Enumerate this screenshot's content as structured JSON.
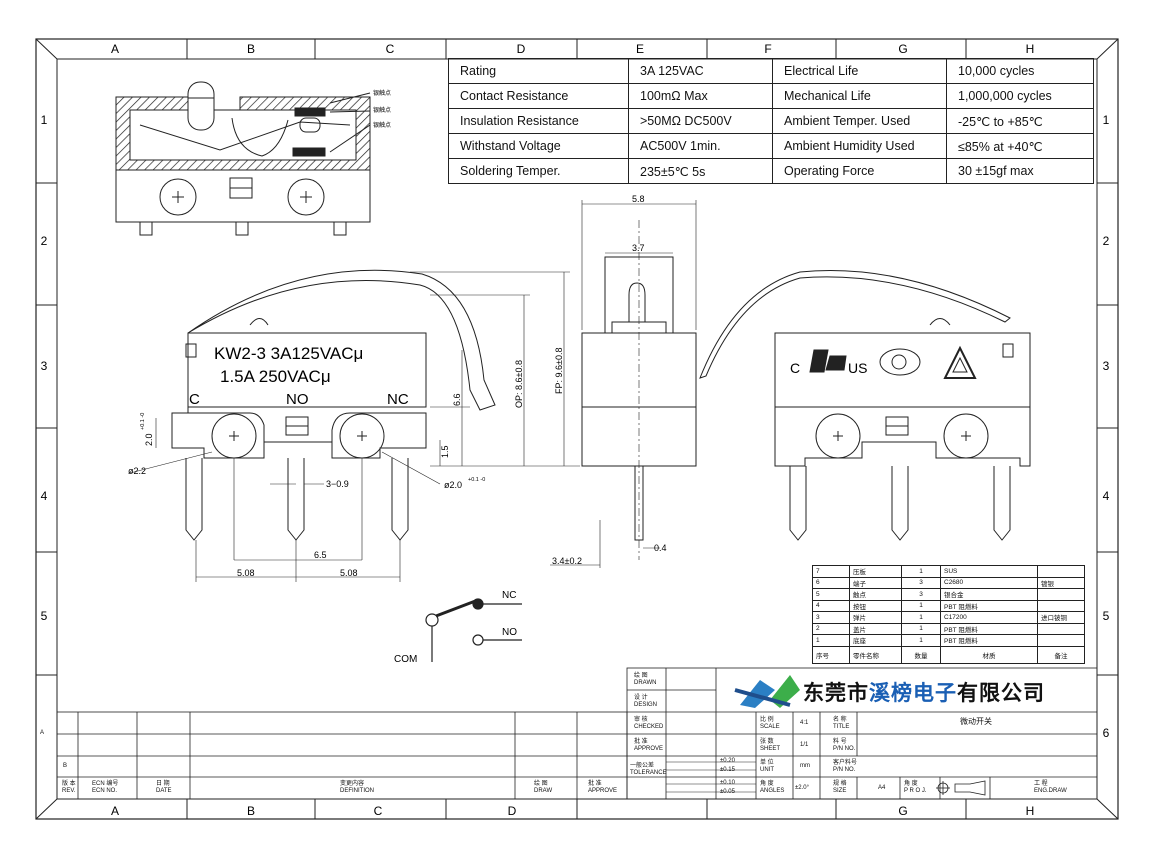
{
  "grid": {
    "columns": [
      "A",
      "B",
      "C",
      "D",
      "E",
      "F",
      "G",
      "H"
    ],
    "rows": [
      "1",
      "2",
      "3",
      "4",
      "5",
      "6"
    ]
  },
  "specs": [
    {
      "p1": "Rating",
      "v1": "3A  125VAC",
      "p2": "Electrical Life",
      "v2": "10,000 cycles"
    },
    {
      "p1": "Contact Resistance",
      "v1": "100mΩ Max",
      "p2": "Mechanical Life",
      "v2": "1,000,000 cycles"
    },
    {
      "p1": "Insulation Resistance",
      "v1": ">50MΩ DC500V",
      "p2": "Ambient Temper. Used",
      "v2": " -25℃ to +85℃"
    },
    {
      "p1": "Withstand Voltage",
      "v1": "AC500V  1min.",
      "p2": "Ambient Humidity Used",
      "v2": "≤85% at +40℃"
    },
    {
      "p1": "Soldering Temper.",
      "v1": "235±5℃ 5s",
      "p2": "Operating Force",
      "v2": " 30 ±15gf max"
    }
  ],
  "cutaway_labels": [
    "银触点",
    "银触点",
    "银触点"
  ],
  "front_view": {
    "marking_line1": "KW2-3 3A125VACμ",
    "marking_line2": "1.5A 250VACμ",
    "terminal_c": "C",
    "terminal_no": "NO",
    "terminal_nc": "NC",
    "dim_20": "2.0",
    "dim_20_tol": "+0.1 -0",
    "dim_phi22": "ø2.2",
    "dim_30_9": "3−0.9",
    "dim_phi20": "ø2.0",
    "dim_phi20_tol": "+0.1 -0",
    "dim_65": "6.5",
    "dim_508_left": "5.08",
    "dim_508_right": "5.08",
    "dim_66": "6.6",
    "dim_15": "1.5",
    "dim_op": "OP: 8.6±0.8",
    "dim_fp": "FP: 9.6±0.8"
  },
  "side_view": {
    "dim_58": "5.8",
    "dim_37": "3.7",
    "dim_04": "0.4",
    "dim_34": "3.4±0.2"
  },
  "back_view": {
    "cert_c": "C",
    "cert_us": "US"
  },
  "schematic": {
    "nc": "NC",
    "no": "NO",
    "com": "COM"
  },
  "bom": [
    [
      "7",
      "压板",
      "1",
      "SUS",
      ""
    ],
    [
      "6",
      "端子",
      "3",
      "C2680",
      "镀银"
    ],
    [
      "5",
      "触点",
      "3",
      "银合金",
      ""
    ],
    [
      "4",
      "按钮",
      "1",
      "PBT 阻燃料",
      ""
    ],
    [
      "3",
      "弹片",
      "1",
      "C17200",
      "进口铍铜"
    ],
    [
      "2",
      "盖片",
      "1",
      "PBT 阻燃料",
      ""
    ],
    [
      "1",
      "底座",
      "1",
      "PBT 阻燃料",
      ""
    ],
    [
      "序号",
      "零件名称",
      "数量",
      "材质",
      "备注"
    ]
  ],
  "title_block": {
    "drawn": "绘 图\nDRAWN",
    "design": "设 计\nDESIGN",
    "checked": "审 核\nCHECKED",
    "approve": "批 准\nAPPROVE",
    "tolerance": "一般公差\nTOLERANCE",
    "tol_values": [
      "±0.20",
      "±0.15",
      "±0.10",
      "±0.05"
    ],
    "angles": "角 度\nANGLES",
    "angles_value": "±2.0°",
    "scale": "比 例\nSCALE",
    "scale_value": "4:1",
    "sheet": "张 数\nSHEET",
    "sheet_value": "1/1",
    "unit": "单 位\nUNIT",
    "unit_value": "mm",
    "size": "规 格\nSIZE",
    "size_value": "A4",
    "title": "名 称\nTITLE",
    "title_value": "微动开关",
    "pn": "料 号\nP/N NO.",
    "pn2": "客户料号\nP/N NO.",
    "proj": "角 度\nP R O J.",
    "engdraw": "工 程\nENG.DRAW",
    "company_a": "东莞市",
    "company_b": "溪榜电子",
    "company_c": "有限公司",
    "rev_label": "版 本\nREV.",
    "ecn_label": "ECN 编号\nECN NO.",
    "date_label": "日 期\nDATE",
    "definition_label": "变更内容\nDEFINITION",
    "draw_label": "绘 图\nDRAW",
    "approve2_label": "批 准\nAPPROVE",
    "rev_row_b": "B",
    "rev_row_a": "A"
  }
}
